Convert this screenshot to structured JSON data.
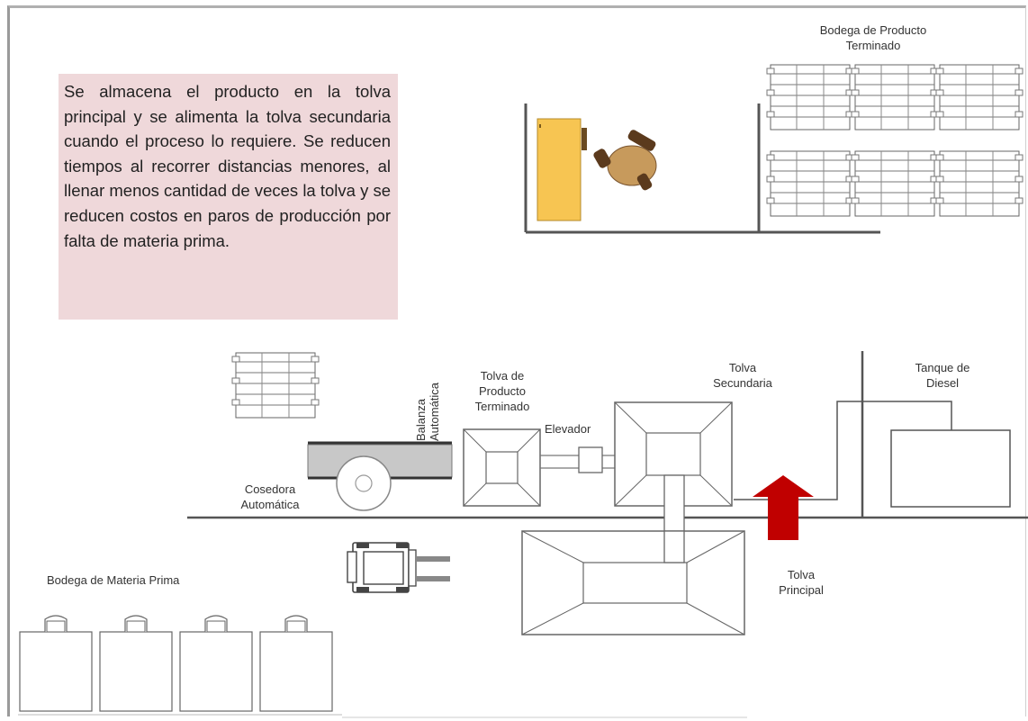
{
  "description_text": "Se almacena el producto en la tolva principal y se alimenta la tolva secundaria cuando el proceso lo requiere. Se reducen tiempos al recorrer distancias menores, al llenar menos cantidad de veces la tolva y se reducen costos en paros de producción por falta de materia prima.",
  "labels": {
    "finished_warehouse": [
      "Bodega de Producto",
      "Terminado"
    ],
    "raw_warehouse": "Bodega de Materia Prima",
    "scale": [
      "Balanza",
      "Automática"
    ],
    "finished_hopper": [
      "Tolva de",
      "Producto",
      "Terminado"
    ],
    "elevator": "Elevador",
    "secondary_hopper": [
      "Tolva",
      "Secundaria"
    ],
    "diesel_tank": [
      "Tanque de",
      "Diesel"
    ],
    "sewing_machine": [
      "Cosedora",
      "Automática"
    ],
    "main_hopper": [
      "Tolva",
      "Principal"
    ]
  },
  "colors": {
    "note_background": "#efd8da",
    "desk": "#f7c552",
    "chair": "#c79a5c",
    "chair_dark": "#5b3a1d",
    "arrow": "#c00000",
    "conveyor": "#c8c8c8",
    "lines": "#555555"
  }
}
